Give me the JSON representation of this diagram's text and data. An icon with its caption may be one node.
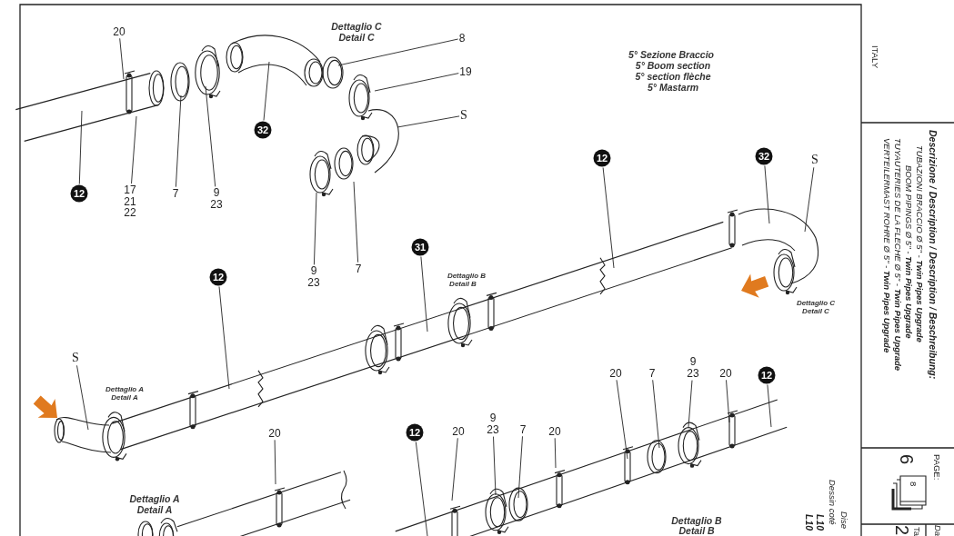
{
  "diagram": {
    "nodes": [
      {
        "text": [
          "20"
        ]
      },
      {
        "text": [
          "8"
        ]
      },
      {
        "text": [
          "19"
        ]
      },
      {
        "text": [
          "S"
        ]
      },
      {
        "text": [
          "32"
        ]
      },
      {
        "text": [
          "12"
        ]
      },
      {
        "text": [
          "32"
        ]
      },
      {
        "text": [
          "S"
        ]
      },
      {
        "text": [
          "12"
        ]
      },
      {
        "text": [
          "7"
        ]
      },
      {
        "text": [
          "9 23"
        ]
      },
      {
        "text": [
          "17 21 22"
        ]
      },
      {
        "text": [
          "31"
        ]
      },
      {
        "text": [
          "9 23"
        ]
      },
      {
        "text": [
          "7"
        ]
      },
      {
        "text": [
          "12"
        ]
      },
      {
        "text": [
          "S"
        ]
      },
      {
        "text": [
          "20"
        ]
      },
      {
        "text": [
          "7"
        ]
      },
      {
        "text": [
          "9 23"
        ]
      },
      {
        "text": [
          "20"
        ]
      },
      {
        "text": [
          "12"
        ]
      },
      {
        "text": [
          "9 23"
        ]
      },
      {
        "text": [
          "20"
        ]
      },
      {
        "text": [
          "12"
        ]
      },
      {
        "text": [
          "20"
        ]
      },
      {
        "text": [
          "7"
        ]
      },
      {
        "text": [
          "20"
        ]
      }
    ],
    "edges": [
      {
        "from": 0,
        "to": null,
        "arrow": "none"
      },
      {
        "from": 1,
        "to": null,
        "arrow": "none"
      },
      {
        "from": 2,
        "to": null,
        "arrow": "none"
      },
      {
        "from": 3,
        "to": null,
        "arrow": "none"
      },
      {
        "from": 4,
        "to": null,
        "arrow": "none"
      },
      {
        "from": 5,
        "to": null,
        "arrow": "none"
      },
      {
        "from": 6,
        "to": null,
        "arrow": "none"
      },
      {
        "from": 7,
        "to": null,
        "arrow": "none"
      },
      {
        "from": 8,
        "to": null,
        "arrow": "none"
      },
      {
        "from": 9,
        "to": null,
        "arrow": "none"
      },
      {
        "from": 10,
        "to": null,
        "arrow": "none"
      },
      {
        "from": 11,
        "to": null,
        "arrow": "none"
      },
      {
        "from": 12,
        "to": null,
        "arrow": "none"
      },
      {
        "from": 13,
        "to": null,
        "arrow": "none"
      },
      {
        "from": 14,
        "to": null,
        "arrow": "none"
      },
      {
        "from": 15,
        "to": null,
        "arrow": "none"
      },
      {
        "from": 16,
        "to": null,
        "arrow": "none"
      },
      {
        "from": 17,
        "to": null,
        "arrow": "none"
      },
      {
        "from": 18,
        "to": null,
        "arrow": "none"
      },
      {
        "from": 19,
        "to": null,
        "arrow": "none"
      },
      {
        "from": 20,
        "to": null,
        "arrow": "none"
      },
      {
        "from": 21,
        "to": null,
        "arrow": "none"
      },
      {
        "from": 22,
        "to": null,
        "arrow": "none"
      },
      {
        "from": 23,
        "to": null,
        "arrow": "none"
      },
      {
        "from": 24,
        "to": null,
        "arrow": "none"
      },
      {
        "from": 25,
        "to": null,
        "arrow": "none"
      },
      {
        "from": 26,
        "to": null,
        "arrow": "none"
      },
      {
        "from": 27,
        "to": null,
        "arrow": "none"
      }
    ],
    "labels": [
      "Dettaglio C",
      "Detail C",
      "5° Sezione Braccio",
      "5° Boom section",
      "5° section flèche",
      "5° Mastarm",
      "Dettaglio B",
      "Detail B",
      "Dettaglio A",
      "Detail A",
      "Dettaglio C",
      "Detail C",
      "Dettaglio A",
      "Detail A",
      "Dettaglio B",
      "Detail B",
      "ITALY",
      "Descrizione / Description / Description / Beschreibung:",
      "TUBAZIONI BRACCIO Ø 5\" - **Twin Pipes Upgrade**",
      "BOOM PIPINGS Ø 5\" - **Twin Pipes Upgrade**",
      "TUYAUTERIES DE LA FLECHE Ø 5\" - **Twin Pipes Upgrade**",
      "VERTEILERMAST ROHRE Ø 5\" - **Twin Pipes Upgrade**",
      "PAGE:",
      "6",
      "8",
      "Da",
      "Ta",
      "2",
      "Dise",
      "Dessin coté",
      "L10",
      "L10"
    ]
  }
}
